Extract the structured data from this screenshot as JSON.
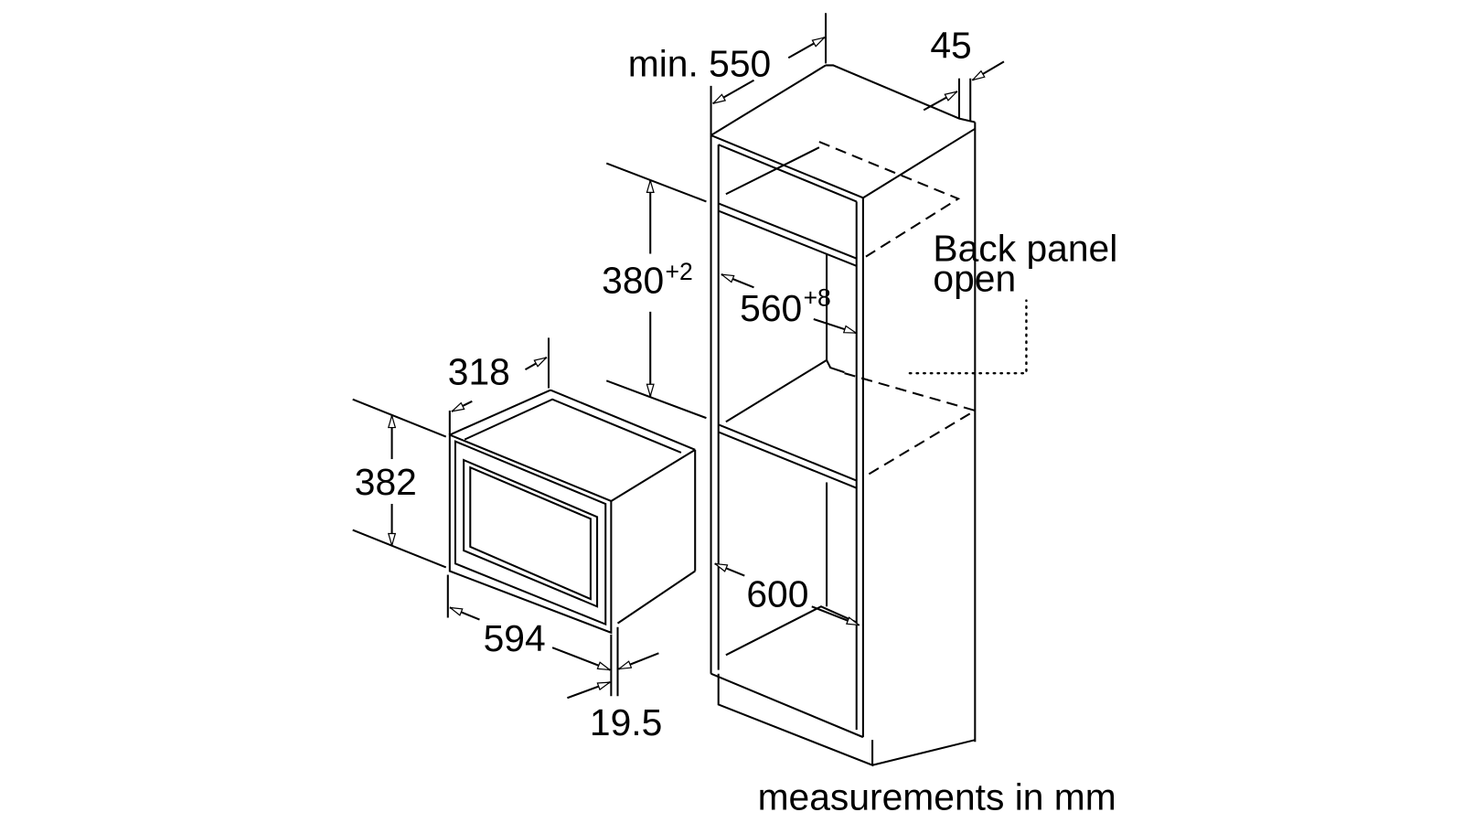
{
  "colors": {
    "ink": "#000000",
    "paper": "#ffffff"
  },
  "housing": {
    "depth_label": "min. 550",
    "back_gap_label": "45",
    "back_panel_note": [
      "Back panel",
      "open"
    ],
    "niche_height": {
      "value": "380",
      "tolerance": "+2"
    },
    "niche_width": {
      "value": "560",
      "tolerance": "+8"
    },
    "width_label": "600"
  },
  "appliance": {
    "depth_label": "318",
    "height_label": "382",
    "width_label": "594",
    "frame_label": "19.5"
  },
  "footer": {
    "units_note": "measurements in mm"
  }
}
